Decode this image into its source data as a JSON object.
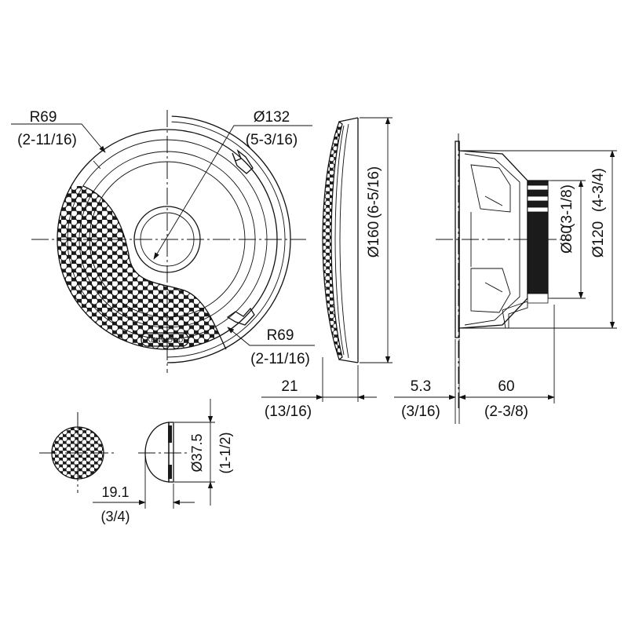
{
  "front_view": {
    "radius_top_label": "R69",
    "radius_top_label_inch": "(2-11/16)",
    "diameter_label": "Ø132",
    "diameter_label_inch": "(5-3/16)",
    "radius_bottom_label": "R69",
    "radius_bottom_label_inch": "(2-11/16)",
    "brand_logo": "KENWOOD"
  },
  "grille_side_view": {
    "height_label": "Ø160",
    "height_label_inch": "(6-5/16)",
    "depth_label": "21",
    "depth_label_inch": "(13/16)"
  },
  "woofer_side_view": {
    "magnet_label": "Ø80",
    "magnet_label_inch": "(3-1/8)",
    "body_label": "Ø120",
    "body_label_inch": "(4-3/4)",
    "flange_label": "5.3",
    "flange_label_inch": "(3/16)",
    "depth_label": "60",
    "depth_label_inch": "(2-3/8)"
  },
  "tweeter_view": {
    "diameter_label": "Ø37.5",
    "diameter_label_inch": "(1-1/2)",
    "depth_label": "19.1",
    "depth_label_inch": "(3/4)"
  }
}
